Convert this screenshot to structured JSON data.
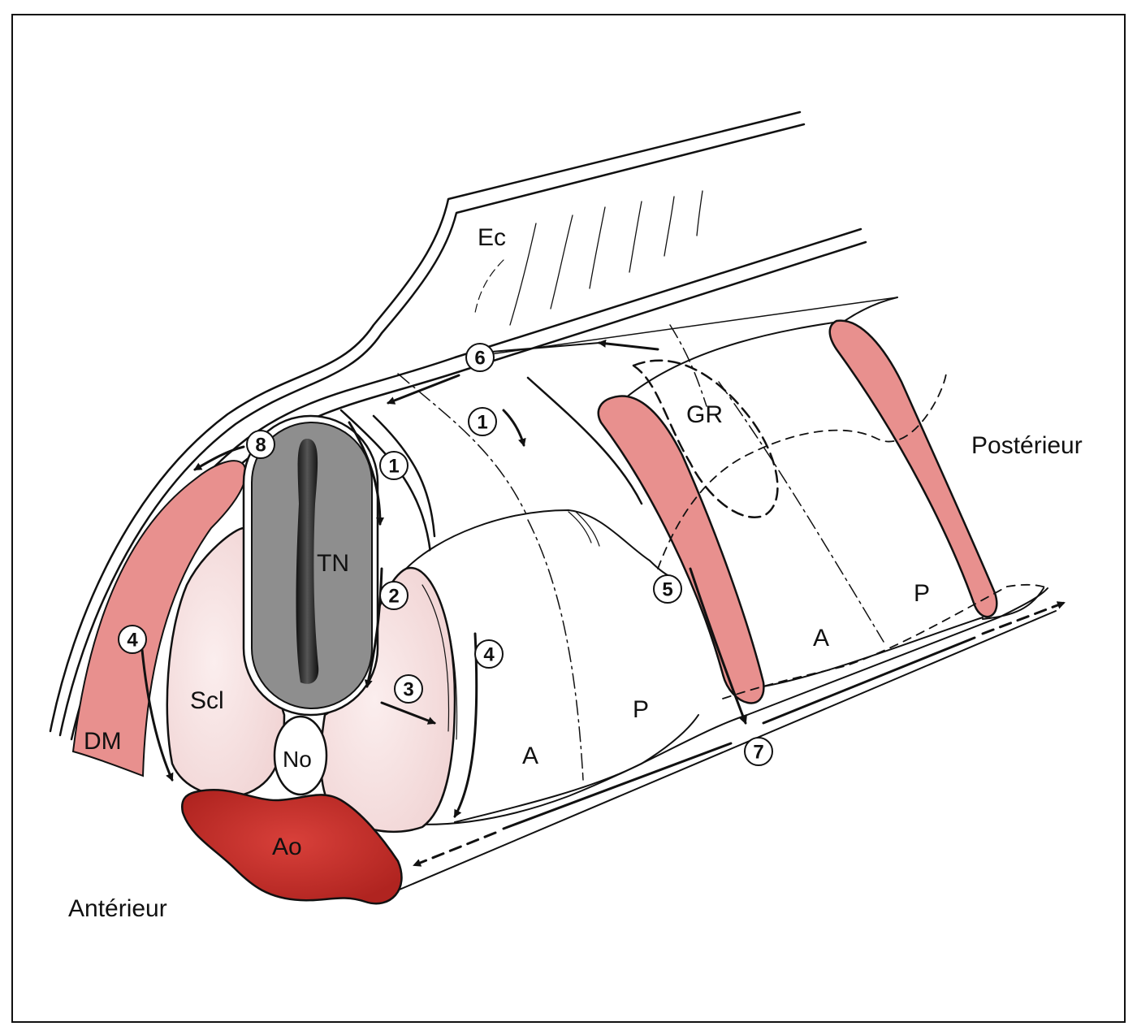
{
  "colors": {
    "muscle": "#e8908e",
    "sclerotome": "#f4dede",
    "neural_tube": "#8e8e8e",
    "aorta": "#c8302a",
    "ink": "#111111",
    "background": "#ffffff"
  },
  "labels": {
    "ec": "Ec",
    "gr": "GR",
    "posterior": "Postérieur",
    "anterior": "Antérieur",
    "tn": "TN",
    "scl": "Scl",
    "no": "No",
    "ao": "Ao",
    "dm": "DM",
    "a_front": "A",
    "p_front": "P",
    "a_back": "A",
    "p_back": "P"
  },
  "markers": {
    "m1a": "1",
    "m1b": "1",
    "m2": "2",
    "m3": "3",
    "m4a": "4",
    "m4b": "4",
    "m5": "5",
    "m6": "6",
    "m7": "7",
    "m8": "8"
  }
}
